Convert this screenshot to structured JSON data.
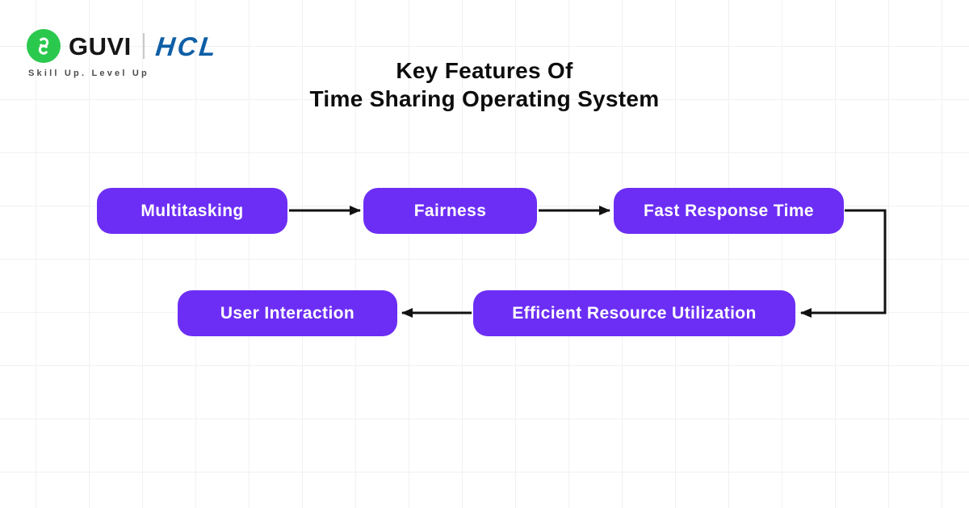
{
  "logo": {
    "brand": "GUVI",
    "partner": "HCL",
    "tagline": "Skill Up. Level Up",
    "icon": "guvi-chain-icon"
  },
  "title": {
    "line1": "Key Features Of",
    "line2": "Time Sharing Operating System"
  },
  "diagram": {
    "type": "flowchart",
    "node_fill": "#6C2EF4",
    "node_text_color": "#FFFFFF",
    "arrow_color": "#111111",
    "nodes": [
      {
        "id": "multitasking",
        "label": "Multitasking"
      },
      {
        "id": "fairness",
        "label": "Fairness"
      },
      {
        "id": "fast-response-time",
        "label": "Fast Response Time"
      },
      {
        "id": "user-interaction",
        "label": "User Interaction"
      },
      {
        "id": "efficient-resource-utilization",
        "label": "Efficient Resource Utilization"
      }
    ],
    "edges": [
      {
        "from": "Multitasking",
        "to": "Fairness"
      },
      {
        "from": "Fairness",
        "to": "Fast Response Time"
      },
      {
        "from": "Fast Response Time",
        "to": "Efficient Resource Utilization"
      },
      {
        "from": "Efficient Resource Utilization",
        "to": "User Interaction"
      }
    ]
  },
  "colors": {
    "accent_purple": "#6C2EF4",
    "brand_green": "#2BC84E",
    "hcl_blue": "#0F5FA6",
    "background": "#FFFFFF",
    "grid_line": "#F1F1F4"
  }
}
